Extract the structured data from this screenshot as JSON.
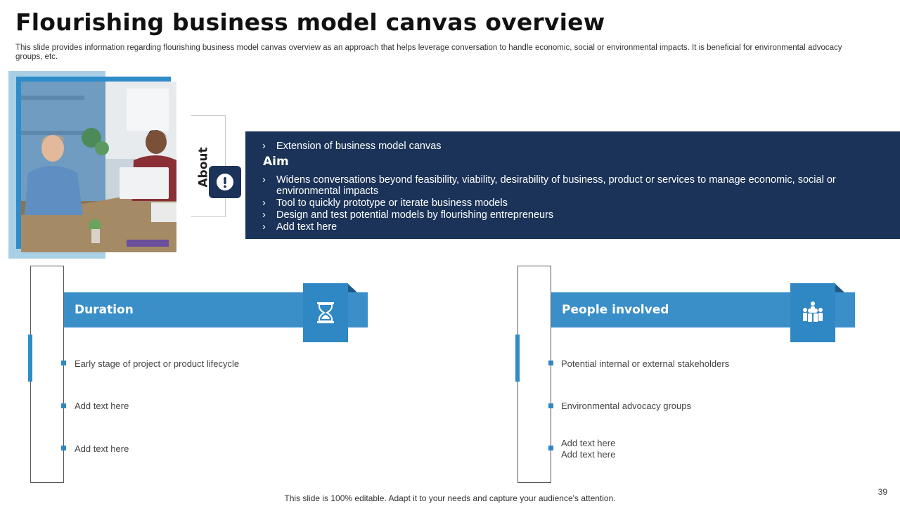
{
  "header": {
    "title": "Flourishing business model canvas overview",
    "subtitle": "This slide provides information regarding flourishing business model canvas overview as an approach that helps leverage conversation to handle economic, social or environmental impacts. It is beneficial for environmental advocacy groups, etc."
  },
  "about": {
    "label": "About",
    "icon": "exclamation-circle-icon",
    "intro": "Extension of business model canvas",
    "aim_heading": "Aim",
    "aim_items": [
      "Widens conversations beyond feasibility, viability, desirability of business, product or services to manage economic, social or environmental impacts",
      "Tool to quickly prototype or iterate business models",
      "Design and test potential models by flourishing entrepreneurs",
      "Add text here"
    ]
  },
  "duration": {
    "title": "Duration",
    "icon": "hourglass-icon",
    "items": [
      "Early stage of project or product lifecycle",
      "Add text here",
      "Add text here"
    ]
  },
  "people": {
    "title": "People involved",
    "icon": "people-group-icon",
    "items": [
      "Potential internal or external stakeholders",
      "Environmental advocacy groups",
      "Add text here\nAdd text here"
    ]
  },
  "footer": {
    "note": "This slide is 100% editable. Adapt it to your needs and capture your audience's attention.",
    "page_number": "39"
  },
  "colors": {
    "navy": "#1b3358",
    "blue": "#3a8fc9",
    "light_blue": "#a9cfe6"
  }
}
